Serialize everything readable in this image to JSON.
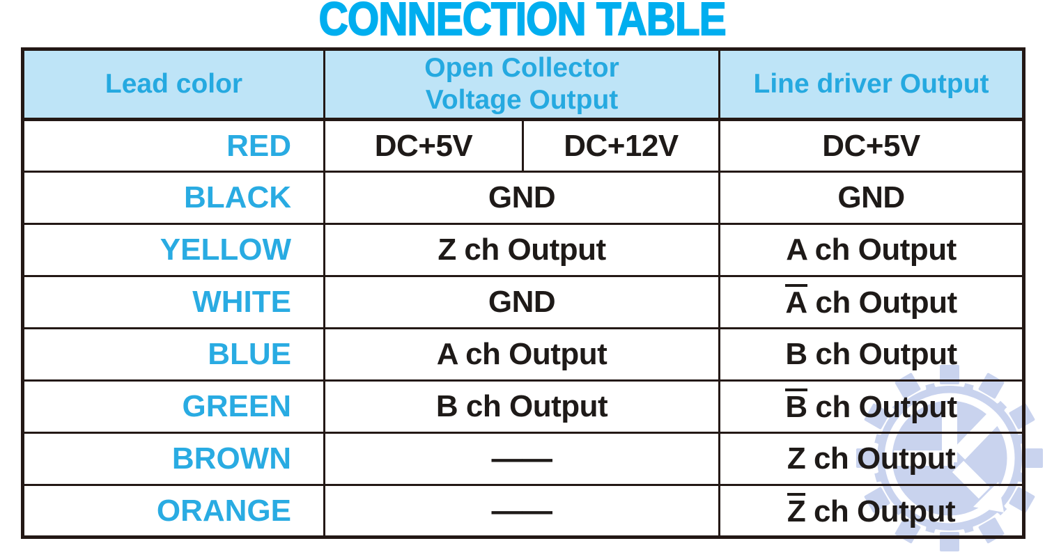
{
  "title": "CONNECTION TABLE",
  "colors": {
    "title_cyan": "#00AEEF",
    "header_bg": "#BEE4F7",
    "header_text": "#25A9E0",
    "lead_text": "#29ABE2",
    "body_text": "#1e1a18",
    "border": "#231815",
    "watermark_fill": "#C9D3EE"
  },
  "table": {
    "headers": {
      "lead": "Lead color",
      "open_collector_line1": "Open Collector",
      "open_collector_line2": "Voltage Output",
      "line_driver": "Line driver Output"
    },
    "rows": [
      {
        "lead": "RED",
        "oc1": {
          "over": "",
          "text": "DC+5V"
        },
        "oc2": {
          "over": "",
          "text": "DC+12V"
        },
        "ld": {
          "over": "",
          "text": "DC+5V"
        }
      },
      {
        "lead": "BLACK",
        "oc": {
          "over": "",
          "text": "GND"
        },
        "ld": {
          "over": "",
          "text": "GND"
        }
      },
      {
        "lead": "YELLOW",
        "oc": {
          "over": "",
          "text": "Z ch Output"
        },
        "ld": {
          "over": "",
          "text": "A ch Output"
        }
      },
      {
        "lead": "WHITE",
        "oc": {
          "over": "",
          "text": "GND"
        },
        "ld": {
          "over": "A",
          "text": " ch Output"
        }
      },
      {
        "lead": "BLUE",
        "oc": {
          "over": "",
          "text": "A ch Output"
        },
        "ld": {
          "over": "",
          "text": "B ch Output"
        }
      },
      {
        "lead": "GREEN",
        "oc": {
          "over": "",
          "text": "B ch Output"
        },
        "ld": {
          "over": "B",
          "text": " ch Output"
        }
      },
      {
        "lead": "BROWN",
        "oc": {
          "over": "",
          "text": "——"
        },
        "ld": {
          "over": "",
          "text": "Z ch Output"
        }
      },
      {
        "lead": "ORANGE",
        "oc": {
          "over": "",
          "text": "——"
        },
        "ld": {
          "over": "Z",
          "text": " ch Output"
        }
      }
    ]
  },
  "watermark": {
    "icon": "gear-k-logo"
  }
}
